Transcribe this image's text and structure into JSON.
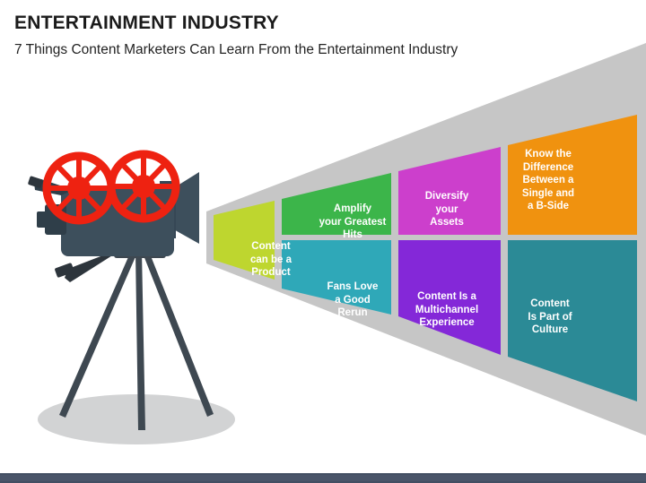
{
  "header": {
    "title": "ENTERTAINMENT INDUSTRY",
    "subtitle": "7 Things Content Marketers Can Learn From the Entertainment Industry"
  },
  "illustration": {
    "name": "movie-projector",
    "body_color": "#3d4f5c",
    "reel_color": "#ee2211",
    "tripod_color": "#3e4851",
    "shadow_color": "#d2d3d4"
  },
  "beam": {
    "border_color": "#c6c6c6",
    "panels": [
      {
        "id": "content-can-be-a-product",
        "label": "Content\ncan be a\nProduct",
        "color": "#bed62f"
      },
      {
        "id": "amplify-your-greatest-hits",
        "label": "Amplify\nyour Greatest\nHits",
        "color": "#3cb54a"
      },
      {
        "id": "fans-love-a-good-rerun",
        "label": "Fans Love\na Good\nRerun",
        "color": "#2fa8b8"
      },
      {
        "id": "diversify-your-assets",
        "label": "Diversify\nyour\nAssets",
        "color": "#cc3fcc"
      },
      {
        "id": "content-is-a-multichannel-experience",
        "label": "Content Is a\nMultichannel\nExperience",
        "color": "#8428d8"
      },
      {
        "id": "know-the-difference",
        "label": "Know the\nDifference\nBetween a\nSingle and\na B-Side",
        "color": "#f0920f"
      },
      {
        "id": "content-is-part-of-culture",
        "label": "Content\nIs Part of\nCulture",
        "color": "#2b8a96"
      }
    ]
  },
  "footer": {
    "bar_color": "#434f63"
  }
}
